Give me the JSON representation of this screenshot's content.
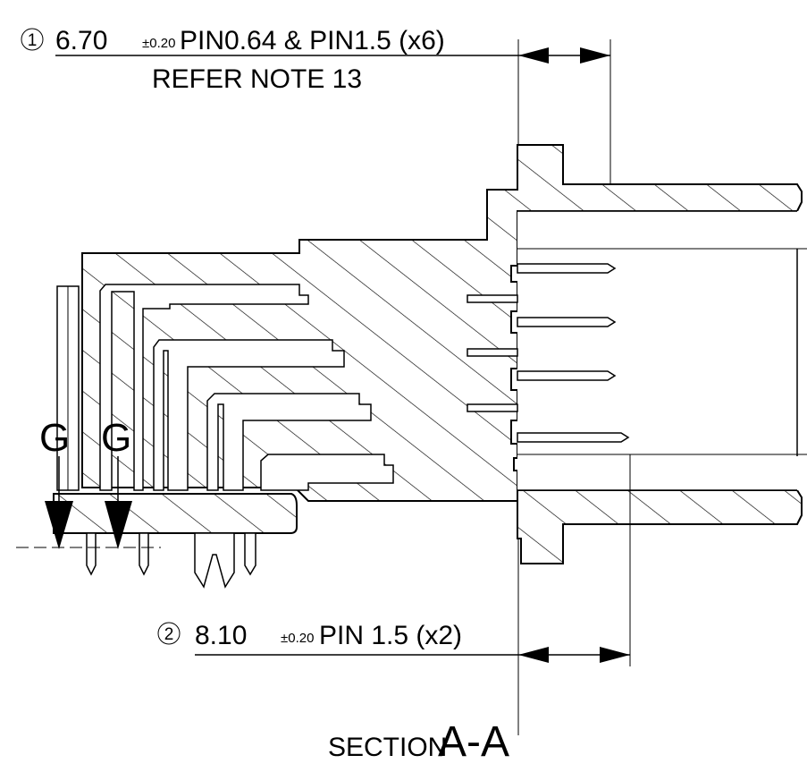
{
  "note1": {
    "index": "1",
    "value": "6.70",
    "tolerance": "±0.20",
    "pins": "PIN0.64 & PIN1.5 (x6)",
    "refer": "REFER NOTE 13"
  },
  "note2": {
    "index": "2",
    "value": "8.10",
    "tolerance": "±0.20",
    "pins": "PIN 1.5 (x2)"
  },
  "section": {
    "prefix": "SECTION",
    "name": "A-A"
  },
  "markers": {
    "g1": "G",
    "g2": "G"
  }
}
